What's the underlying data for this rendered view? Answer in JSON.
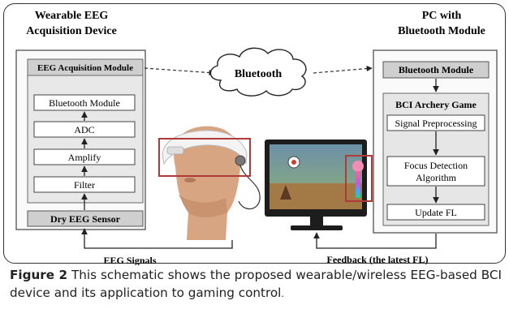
{
  "left_device": {
    "title_line1": "Wearable EEG",
    "title_line2": "Acquisition Device",
    "module_title": "EEG Acquisition Module",
    "blocks": [
      "Bluetooth Module",
      "ADC",
      "Amplify",
      "Filter"
    ],
    "sensor": "Dry EEG Sensor"
  },
  "link": {
    "cloud": "Bluetooth"
  },
  "right_device": {
    "title_line1": "PC with",
    "title_line2": "Bluetooth Module",
    "bt_module": "Bluetooth Module",
    "game_title": "BCI Archery Game",
    "signal_pre": "Signal Preprocessing",
    "focus_line1": "Focus Detection",
    "focus_line2": "Algorithm",
    "update": "Update FL"
  },
  "flows": {
    "eeg_signals": "EEG Signals",
    "feedback": "Feedback (the latest FL)"
  },
  "caption": {
    "label": "Figure 2",
    "text": " This schematic shows the proposed wearable/wireless EEG-based BCI device and its application to gaming control",
    "end": "."
  },
  "colors": {
    "highlight_box": "#b03a3a",
    "module_fill": "#d9d9d9",
    "panel_fill": "#eeeeee"
  }
}
